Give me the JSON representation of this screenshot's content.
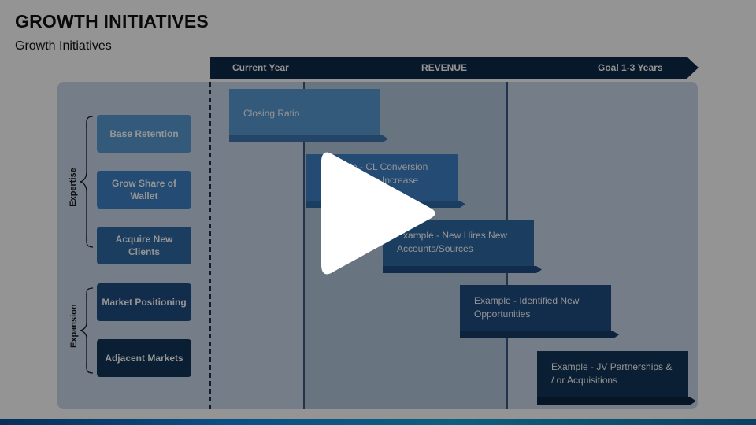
{
  "slide": {
    "title": "GROWTH INITIATIVES",
    "subtitle": "Growth Initiatives"
  },
  "banner": {
    "left_label": "Current Year",
    "center_label": "REVENUE",
    "right_label": "Goal 1-3 Years"
  },
  "groups": {
    "expertise": "Expertise",
    "expansion": "Expansion"
  },
  "left_items": [
    {
      "label": "Base Retention",
      "color": "#5b9bd5"
    },
    {
      "label": "Grow Share of Wallet",
      "color": "#3f82c6"
    },
    {
      "label": "Acquire New Clients",
      "color": "#2e6aa6"
    },
    {
      "label": "Market Positioning",
      "color": "#1f4f84"
    },
    {
      "label": "Adjacent Markets",
      "color": "#12355a"
    }
  ],
  "steps": [
    {
      "text": "Closing Ratio",
      "color": "#5b9bd5"
    },
    {
      "text": "Example - CL Conversion Vertical Share Increase Market",
      "color": "#3f82c6"
    },
    {
      "text": "Example - New Hires New Accounts/Sources",
      "color": "#2e6aa6"
    },
    {
      "text": "Example - Identified New Opportunities",
      "color": "#1f4f84"
    },
    {
      "text": "Example - JV Partnerships & / or Acquisitions",
      "color": "#12355a"
    }
  ],
  "video": {
    "icon": "play-icon"
  },
  "colors": {
    "banner": "#0f2a4a",
    "panel": "#c8d7ea"
  }
}
